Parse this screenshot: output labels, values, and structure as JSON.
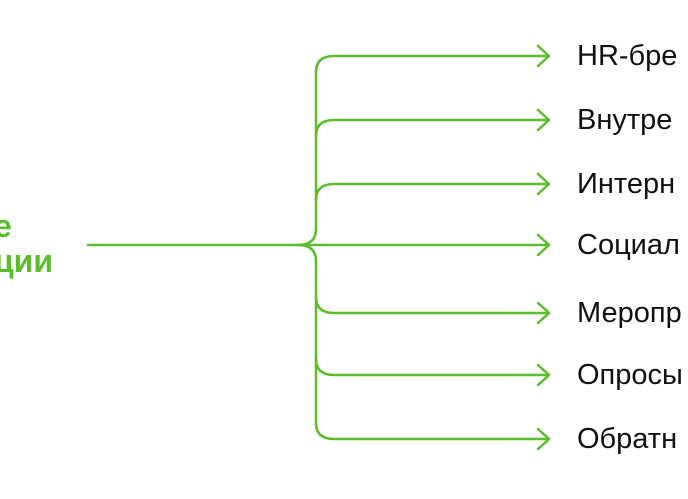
{
  "root": {
    "lines": [
      "е",
      "ции"
    ]
  },
  "branches": [
    "HR-бре",
    "Внутре",
    "Интерн",
    "Социал",
    "Меропр",
    "Опросы",
    "Обратн"
  ],
  "colors": {
    "accent": "#5bbd2b",
    "text": "#111111",
    "background": "#ffffff"
  }
}
